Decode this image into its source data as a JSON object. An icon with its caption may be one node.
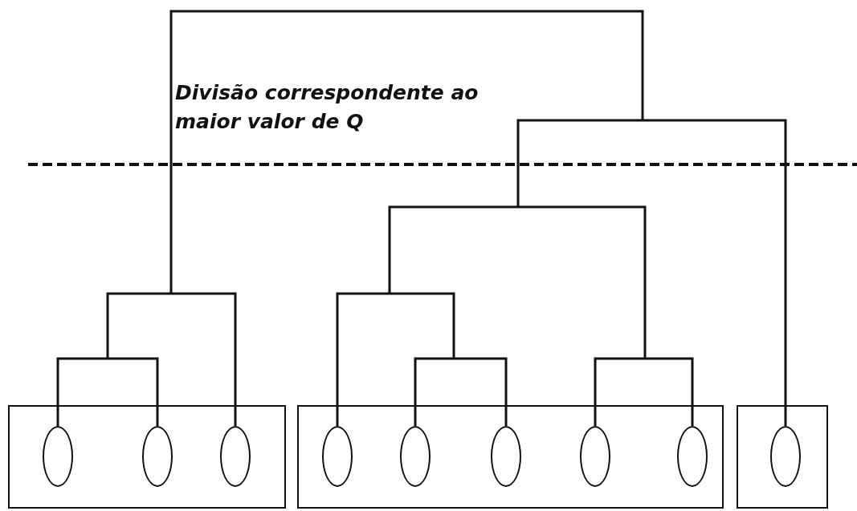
{
  "diagram": {
    "nodes": [
      {
        "text": [],
        "shape": "box"
      },
      {
        "text": [],
        "shape": "ellipse",
        "in": 0
      },
      {
        "text": [],
        "shape": "ellipse",
        "in": 0
      },
      {
        "text": [],
        "shape": "ellipse",
        "in": 0
      },
      {
        "text": [],
        "shape": "box"
      },
      {
        "text": [],
        "shape": "ellipse",
        "in": 4
      },
      {
        "text": [],
        "shape": "ellipse",
        "in": 4
      },
      {
        "text": [],
        "shape": "ellipse",
        "in": 4
      },
      {
        "text": [],
        "shape": "ellipse",
        "in": 4
      },
      {
        "text": [],
        "shape": "ellipse",
        "in": 4
      },
      {
        "text": [],
        "shape": "box"
      },
      {
        "text": [],
        "shape": "ellipse",
        "in": 10
      }
    ],
    "labels": [
      "Divisão correspondente ao maior valor de Q"
    ]
  }
}
